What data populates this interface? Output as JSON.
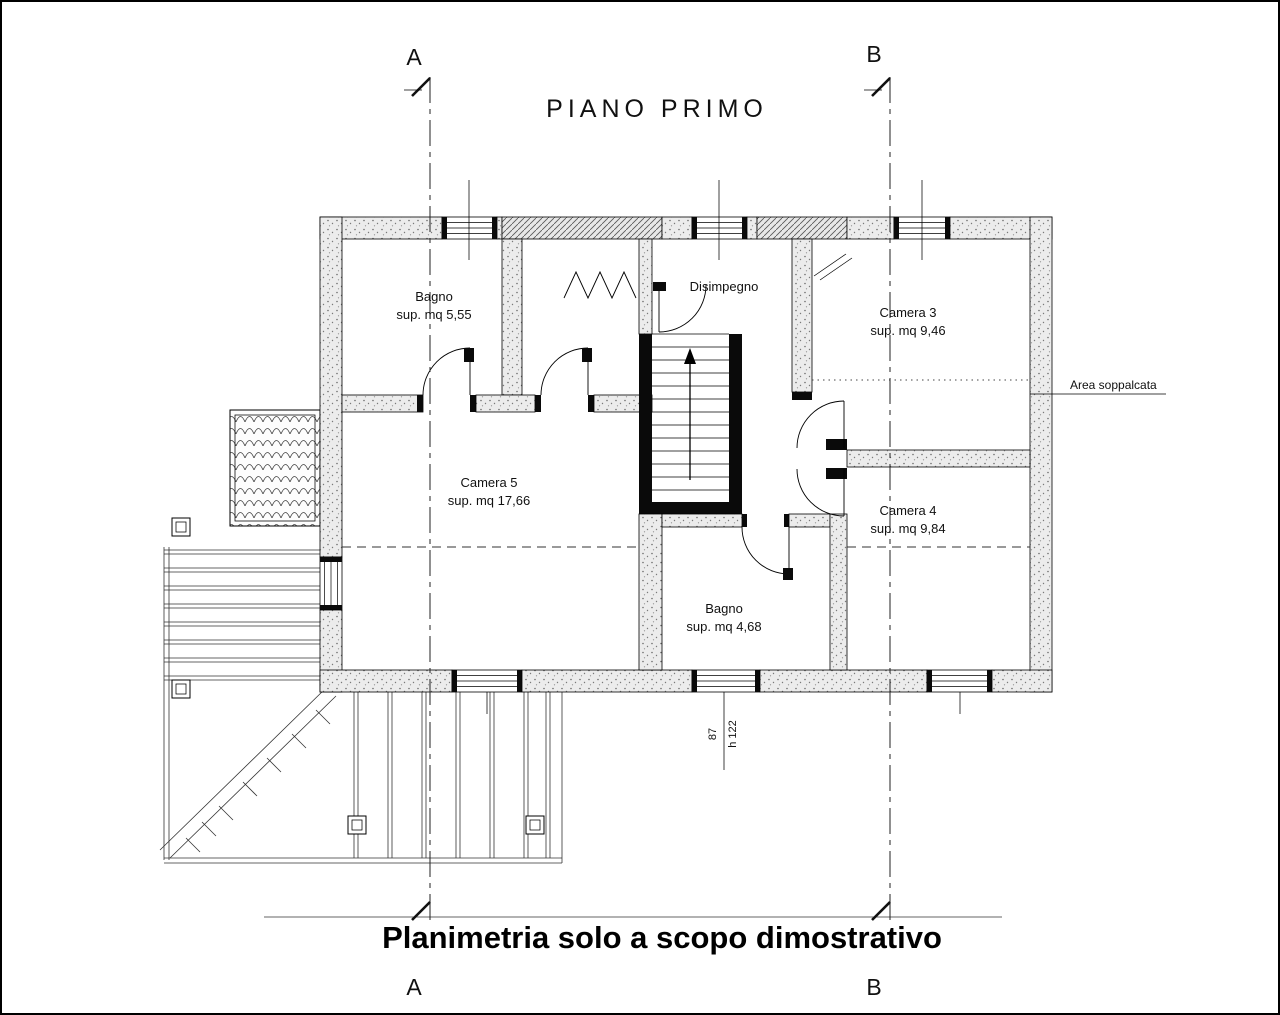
{
  "page": {
    "title": "PIANO PRIMO",
    "caption": "Planimetria solo a scopo dimostrativo"
  },
  "sections": {
    "a": "A",
    "b": "B"
  },
  "rooms": {
    "bagno_top": {
      "name": "Bagno",
      "area": "sup. mq 5,55"
    },
    "disimpegno": {
      "name": "Disimpegno"
    },
    "camera3": {
      "name": "Camera 3",
      "area": "sup. mq 9,46"
    },
    "camera5": {
      "name": "Camera 5",
      "area": "sup. mq 17,66"
    },
    "camera4": {
      "name": "Camera 4",
      "area": "sup. mq 9,84"
    },
    "bagno_bottom": {
      "name": "Bagno",
      "area": "sup. mq 4,68"
    }
  },
  "annotations": {
    "soppalco": "Area soppalcata",
    "window_width": "87",
    "window_height": "h 122"
  }
}
